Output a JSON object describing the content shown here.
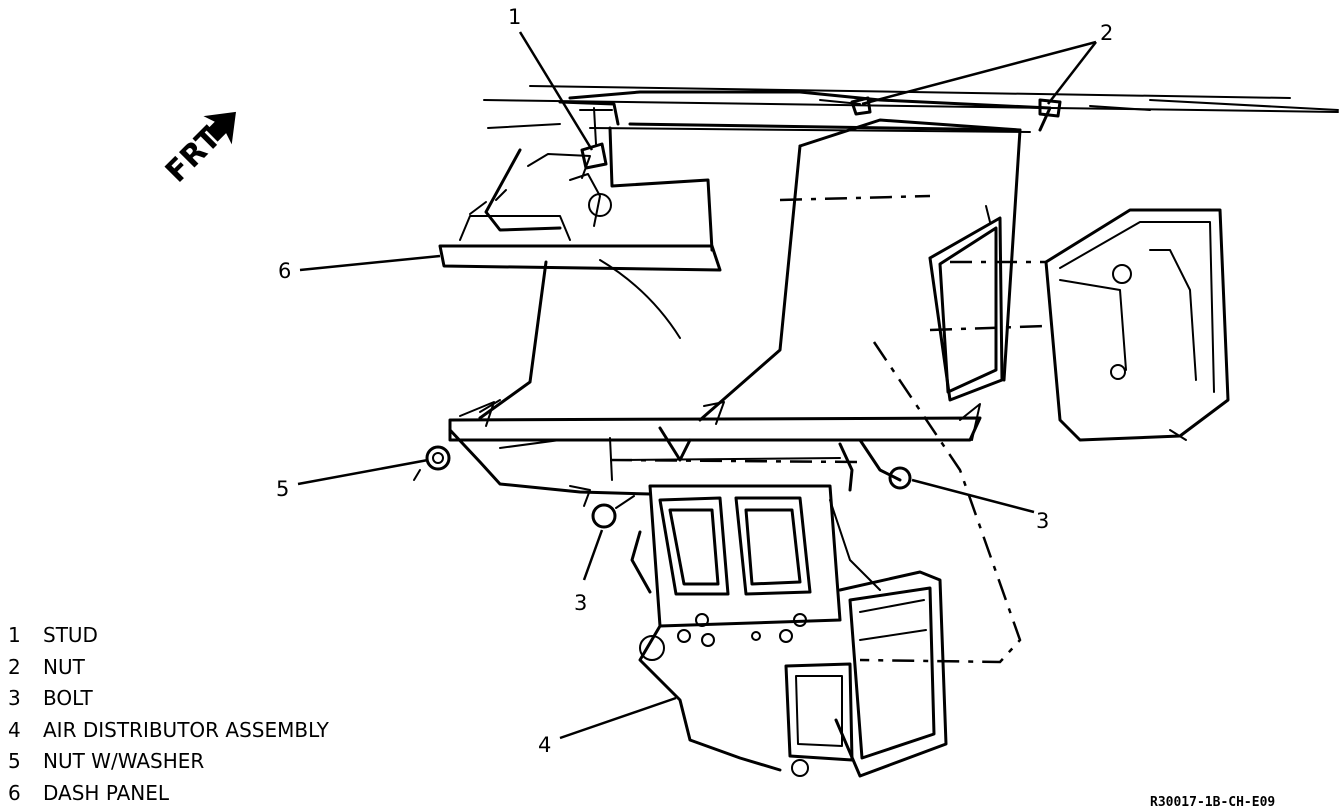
{
  "orientation": {
    "label": "FRT"
  },
  "callouts": [
    "1",
    "2",
    "3",
    "3",
    "4",
    "5",
    "6"
  ],
  "legend": [
    {
      "number": "1",
      "label": "STUD"
    },
    {
      "number": "2",
      "label": "NUT"
    },
    {
      "number": "3",
      "label": "BOLT"
    },
    {
      "number": "4",
      "label": "AIR DISTRIBUTOR ASSEMBLY"
    },
    {
      "number": "5",
      "label": "NUT W/WASHER"
    },
    {
      "number": "6",
      "label": "DASH PANEL"
    }
  ],
  "figure_code": "R30017-1B-CH-E09"
}
